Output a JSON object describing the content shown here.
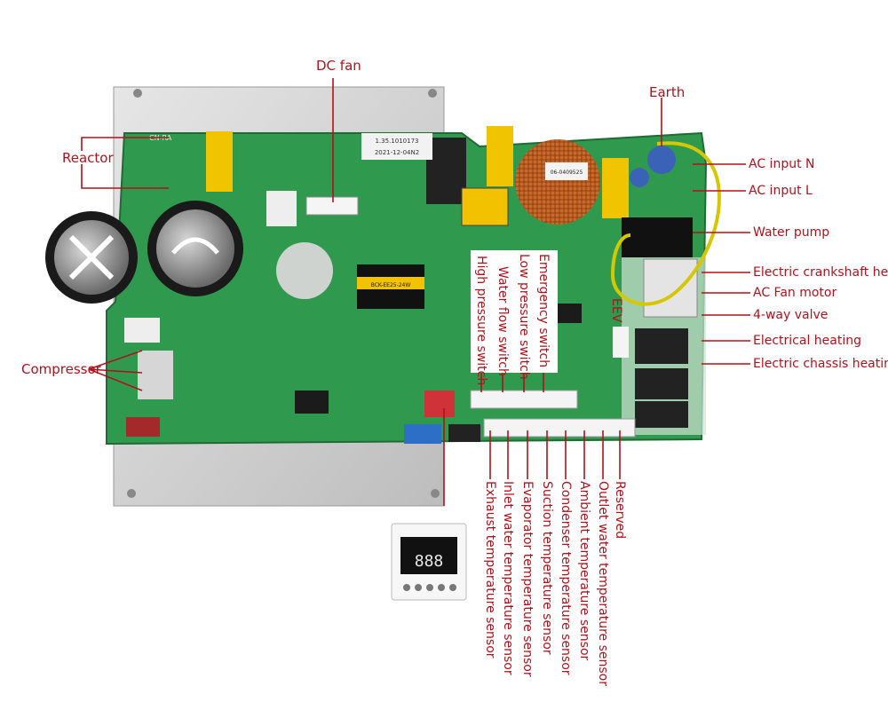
{
  "labels": {
    "dc_fan": "DC fan",
    "earth": "Earth",
    "reactor": "Reactor",
    "ac_input_n": "AC input N",
    "ac_input_l": "AC input L",
    "water_pump": "Water pump",
    "crankshaft_heating": "Electric crankshaft heating",
    "ac_fan_motor": "AC Fan motor",
    "four_way_valve": "4-way valve",
    "electrical_heating": "Electrical heating",
    "chassis_heating": "Electric chassis heating",
    "compressor": "Compressor",
    "eev": "EEV",
    "emergency_switch": "Emergency switch",
    "low_pressure_switch": "Low pressure switch",
    "water_flow_switch": "Water flow switch",
    "high_pressure_switch": "High pressure switch",
    "exhaust_sensor": "Exhaust temperature sensor",
    "inlet_water_sensor": "Inlet water temperature sensor",
    "evaporator_sensor": "Evaporator temperature sensor",
    "suction_sensor": "Suction temperature sensor",
    "condenser_sensor": "Condenser temperature sensor",
    "ambient_sensor": "Ambient temperature sensor",
    "outlet_water_sensor": "Outlet water temperature sensor",
    "reserved": "Reserved"
  },
  "board_print": {
    "part_number": "1.35.1010173",
    "date": "2021-12-04N2",
    "cn_label": "CN-RA",
    "inductor_label": "06-0409525",
    "transformer_label": "BCK-EE25-24W"
  },
  "controller": {
    "display": "888"
  },
  "colors": {
    "label_red": "#b0121b",
    "pcb_green": "#2f9a4e",
    "heatsink_gray": "#d4d4d4"
  }
}
